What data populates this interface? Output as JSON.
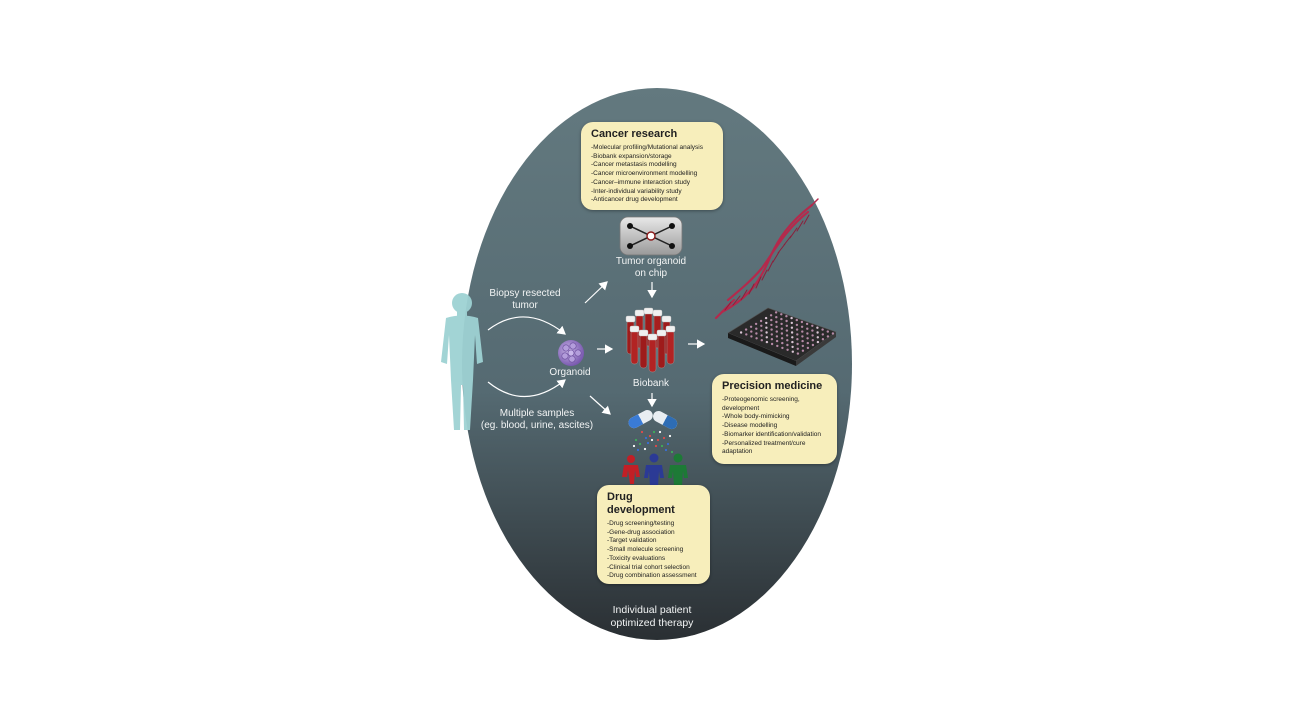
{
  "colors": {
    "ellipse_top": "#607780",
    "ellipse_bottom": "#2d3236",
    "box_fill": "#f7eebb",
    "human": "#9ed2d3",
    "organoid": "#9b80c6",
    "tube_red": "#9e1b1b",
    "dna": "#b4294c",
    "person_red": "#c21f26",
    "person_blue": "#2b3a95",
    "person_green": "#1d7a36"
  },
  "icons": [
    "human-silhouette-icon",
    "organoid-icon",
    "tumor-chip-icon",
    "biobank-tubes-icon",
    "dna-helix-icon",
    "microplate-icon",
    "capsule-icon",
    "patients-icon"
  ],
  "labels": {
    "biopsy": "Biopsy resected\ntumor",
    "samples": "Multiple samples\n(eg. blood, urine, ascites)",
    "organoid": "Organoid",
    "chip": "Tumor organoid\non chip",
    "biobank": "Biobank",
    "outcome": "Individual patient\noptimized therapy"
  },
  "boxes": {
    "cancer": {
      "title": "Cancer research",
      "items": [
        "-Molecular profiling/Mutational analysis",
        "-Biobank expansion/storage",
        "-Cancer metastasis modelling",
        "-Cancer microenvironment modelling",
        "-Cancer–immune interaction study",
        "-Inter-individual variability study",
        "-Anticancer drug development"
      ]
    },
    "precision": {
      "title": "Precision medicine",
      "items": [
        "-Proteogenomic screening,\n  development",
        "-Whole body-mimicking",
        "-Disease modelling",
        "-Biomarker identification/validation",
        "-Personalized treatment/cure\n  adaptation"
      ]
    },
    "drug": {
      "title": "Drug development",
      "items": [
        "-Drug screening/testing",
        "-Gene-drug association",
        "-Target validation",
        "-Small molecule screening",
        "-Toxicity evaluations",
        "-Clinical trial cohort selection",
        "-Drug combination assessment"
      ]
    }
  }
}
